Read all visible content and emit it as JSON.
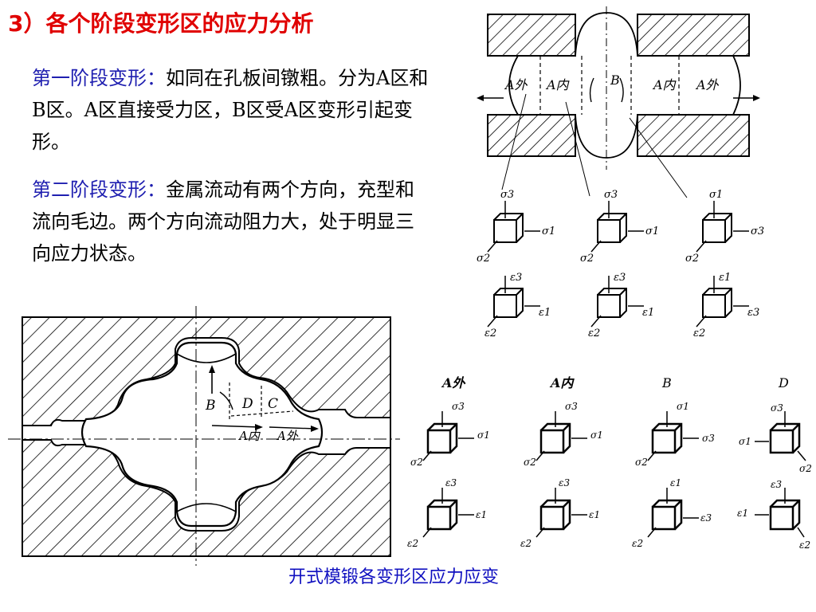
{
  "title": "3）各个阶段变形区的应力分析",
  "para1": {
    "lead": "第一阶段变形：",
    "body": "如同在孔板间镦粗。分为A区和B区。A区直接受力区，B区受A区变形引起变形。"
  },
  "para2": {
    "lead": "第二阶段变形：",
    "body": "金属流动有两个方向，充型和流向毛边。两个方向流动阻力大，处于明显三向应力状态。"
  },
  "caption": "开式模锻各变形区应力应变",
  "stage1_figure": {
    "labels": [
      "A外",
      "A内",
      "B",
      "A内",
      "A外"
    ],
    "stress_cubes": [
      {
        "top": "σ3",
        "side": "σ1",
        "diag": "σ2"
      },
      {
        "top": "σ3",
        "side": "σ1",
        "diag": "σ2"
      },
      {
        "top": "σ1",
        "side": "σ3",
        "diag": "σ2"
      }
    ],
    "strain_cubes": [
      {
        "top": "ε3",
        "side": "ε1",
        "diag": "ε2"
      },
      {
        "top": "ε3",
        "side": "ε1",
        "diag": "ε2"
      },
      {
        "top": "ε1",
        "side": "ε3",
        "diag": "ε2"
      }
    ]
  },
  "stage2_figure": {
    "labels": [
      "B",
      "D",
      "C",
      "A内",
      "A外"
    ]
  },
  "zones_grid": {
    "headers": [
      "A外",
      "A内",
      "B",
      "D"
    ],
    "stress_cubes": [
      {
        "top": "σ3",
        "side": "σ1",
        "diag": "σ2"
      },
      {
        "top": "σ3",
        "side": "σ1",
        "diag": "σ2"
      },
      {
        "top": "σ1",
        "side": "σ3",
        "diag": "σ2"
      },
      {
        "top": "σ3",
        "side": "σ1",
        "diag": "σ2"
      }
    ],
    "strain_cubes": [
      {
        "top": "ε3",
        "side": "ε1",
        "diag": "ε2"
      },
      {
        "top": "ε3",
        "side": "ε1",
        "diag": "ε2"
      },
      {
        "top": "ε1",
        "side": "ε3",
        "diag": "ε2"
      },
      {
        "top": "ε3",
        "side": "ε1",
        "diag": "ε2"
      }
    ]
  }
}
